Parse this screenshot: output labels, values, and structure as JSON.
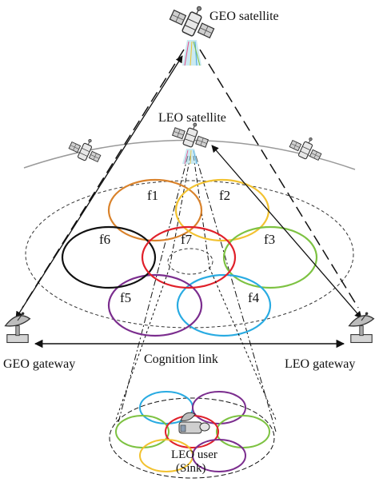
{
  "labels": {
    "geo_satellite": "GEO satellite",
    "leo_satellite": "LEO satellite",
    "geo_gateway": "GEO gateway",
    "leo_gateway": "LEO gateway",
    "cognition_link": "Cognition link",
    "leo_user_line1": "LEO user",
    "leo_user_line2": "(Sink)"
  },
  "cells": [
    {
      "id": "f1",
      "label": "f1",
      "color": "#d9822b"
    },
    {
      "id": "f2",
      "label": "f2",
      "color": "#f2c230"
    },
    {
      "id": "f3",
      "label": "f3",
      "color": "#7dc242"
    },
    {
      "id": "f4",
      "label": "f4",
      "color": "#29abe2"
    },
    {
      "id": "f5",
      "label": "f5",
      "color": "#7b2d8e"
    },
    {
      "id": "f6",
      "label": "f6",
      "color": "#111111"
    },
    {
      "id": "f7",
      "label": "f7",
      "color": "#e0202a"
    }
  ],
  "colors": {
    "orbit": "#9a9a9a",
    "link": "#111111"
  },
  "icons": [
    "satellite-icon",
    "ground-station-icon",
    "user-terminal-icon"
  ]
}
